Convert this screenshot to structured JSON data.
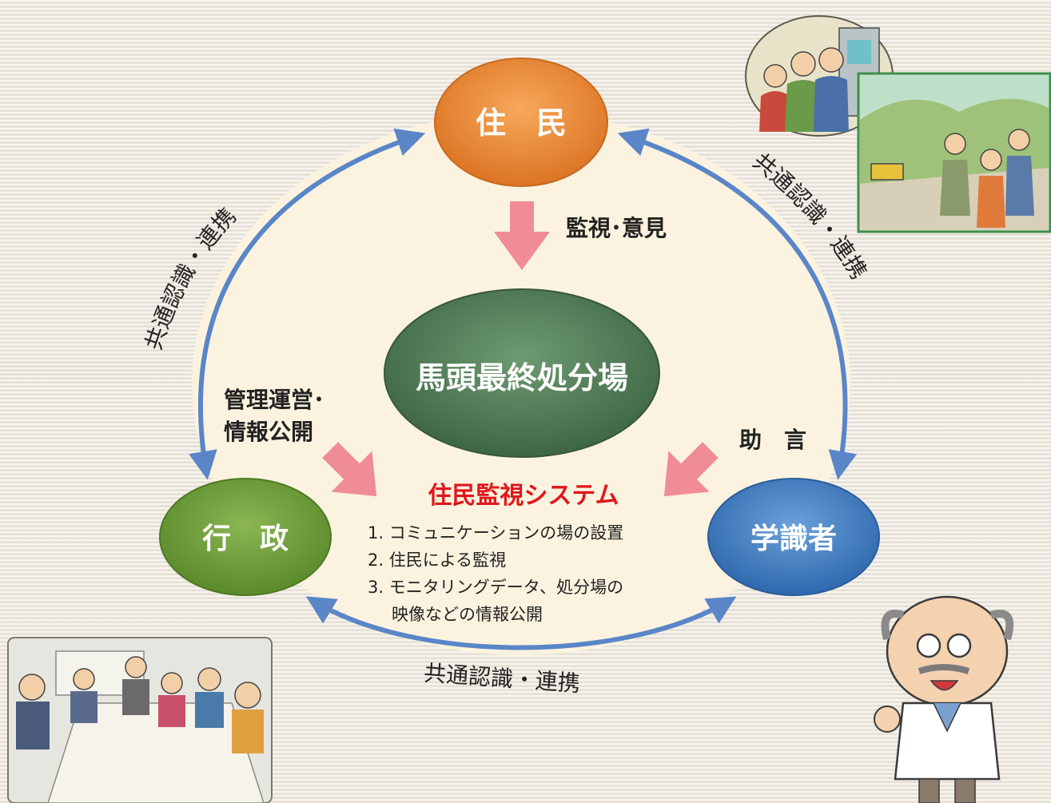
{
  "center": {
    "label": "馬頭最終処分場",
    "color": "#4f7a53"
  },
  "nodes": {
    "residents": {
      "label": "住　民",
      "color": "#ea8a34"
    },
    "administration": {
      "label": "行　政",
      "color": "#6f9a3a"
    },
    "experts": {
      "label": "学識者",
      "color": "#4f86c6"
    }
  },
  "flows": {
    "residents": "監視･意見",
    "administration_line1": "管理運営･",
    "administration_line2": "情報公開",
    "experts": "助　言"
  },
  "cooperation": {
    "left": "共通認識・連携",
    "right": "共通認識・連携",
    "bottom": "共通認識・連携"
  },
  "system": {
    "title": "住民監視システム",
    "items": [
      "1. コミュニケーションの場の設置",
      "2. 住民による監視",
      "3. モニタリングデータ、処分場の",
      "映像などの情報公開"
    ]
  },
  "colors": {
    "arrow_blue": "#5a86c8",
    "flow_pink": "#f08c96",
    "system_title_red": "#e0161b",
    "circle_fill": "#fbf3df"
  }
}
